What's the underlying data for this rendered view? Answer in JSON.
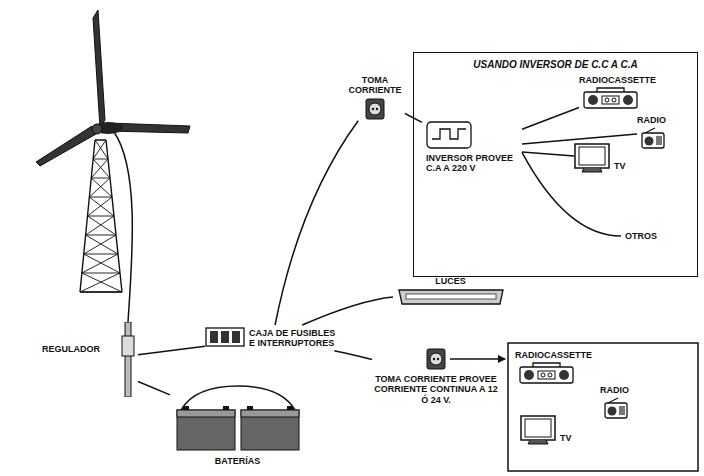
{
  "diagram": {
    "nodes": [
      {
        "text": [
          "USANDO INVERSOR DE C.C A C.A"
        ]
      },
      {
        "text": [
          "INVERSOR PROVEE C.A A 220 V"
        ],
        "in": 0
      },
      {
        "text": [
          "RADIOCASSETTE"
        ],
        "in": 0
      },
      {
        "text": [
          "RADIO"
        ],
        "in": 0
      },
      {
        "text": [
          "TV"
        ],
        "in": 0
      },
      {
        "text": [
          "TOMA CORRIENTE"
        ]
      },
      {
        "text": [
          "CAJA DE FUSIBLES E INTERRUPTORES"
        ]
      },
      {
        "text": [
          "LUCES"
        ]
      },
      {
        "text": [
          "REGULADOR"
        ]
      },
      {
        "text": [
          "BATERÍAS"
        ]
      },
      {
        "text": [
          "TOMA CORRIENTE PROVEE CORRIENTE CONTINUA A 12 Ó 24 V."
        ]
      },
      {
        "text": [
          "RADIOCASSETTE"
        ]
      },
      {
        "text": [
          "RADIO"
        ]
      },
      {
        "text": [
          "TV"
        ]
      }
    ],
    "edges": [
      {
        "from": 5,
        "to": 1,
        "arrow": "none"
      },
      {
        "from": 1,
        "to": 2,
        "arrow": "none"
      },
      {
        "from": 1,
        "to": 3,
        "arrow": "none"
      },
      {
        "from": 1,
        "to": 4,
        "arrow": "none"
      },
      {
        "from": 6,
        "to": 5,
        "arrow": "none"
      },
      {
        "from": 6,
        "to": 7,
        "arrow": "none"
      },
      {
        "from": 6,
        "to": 10,
        "arrow": "none"
      },
      {
        "from": 8,
        "to": 6,
        "arrow": "none"
      },
      {
        "from": 8,
        "to": 9,
        "arrow": "none"
      }
    ],
    "labels": [
      "OTROS"
    ]
  }
}
